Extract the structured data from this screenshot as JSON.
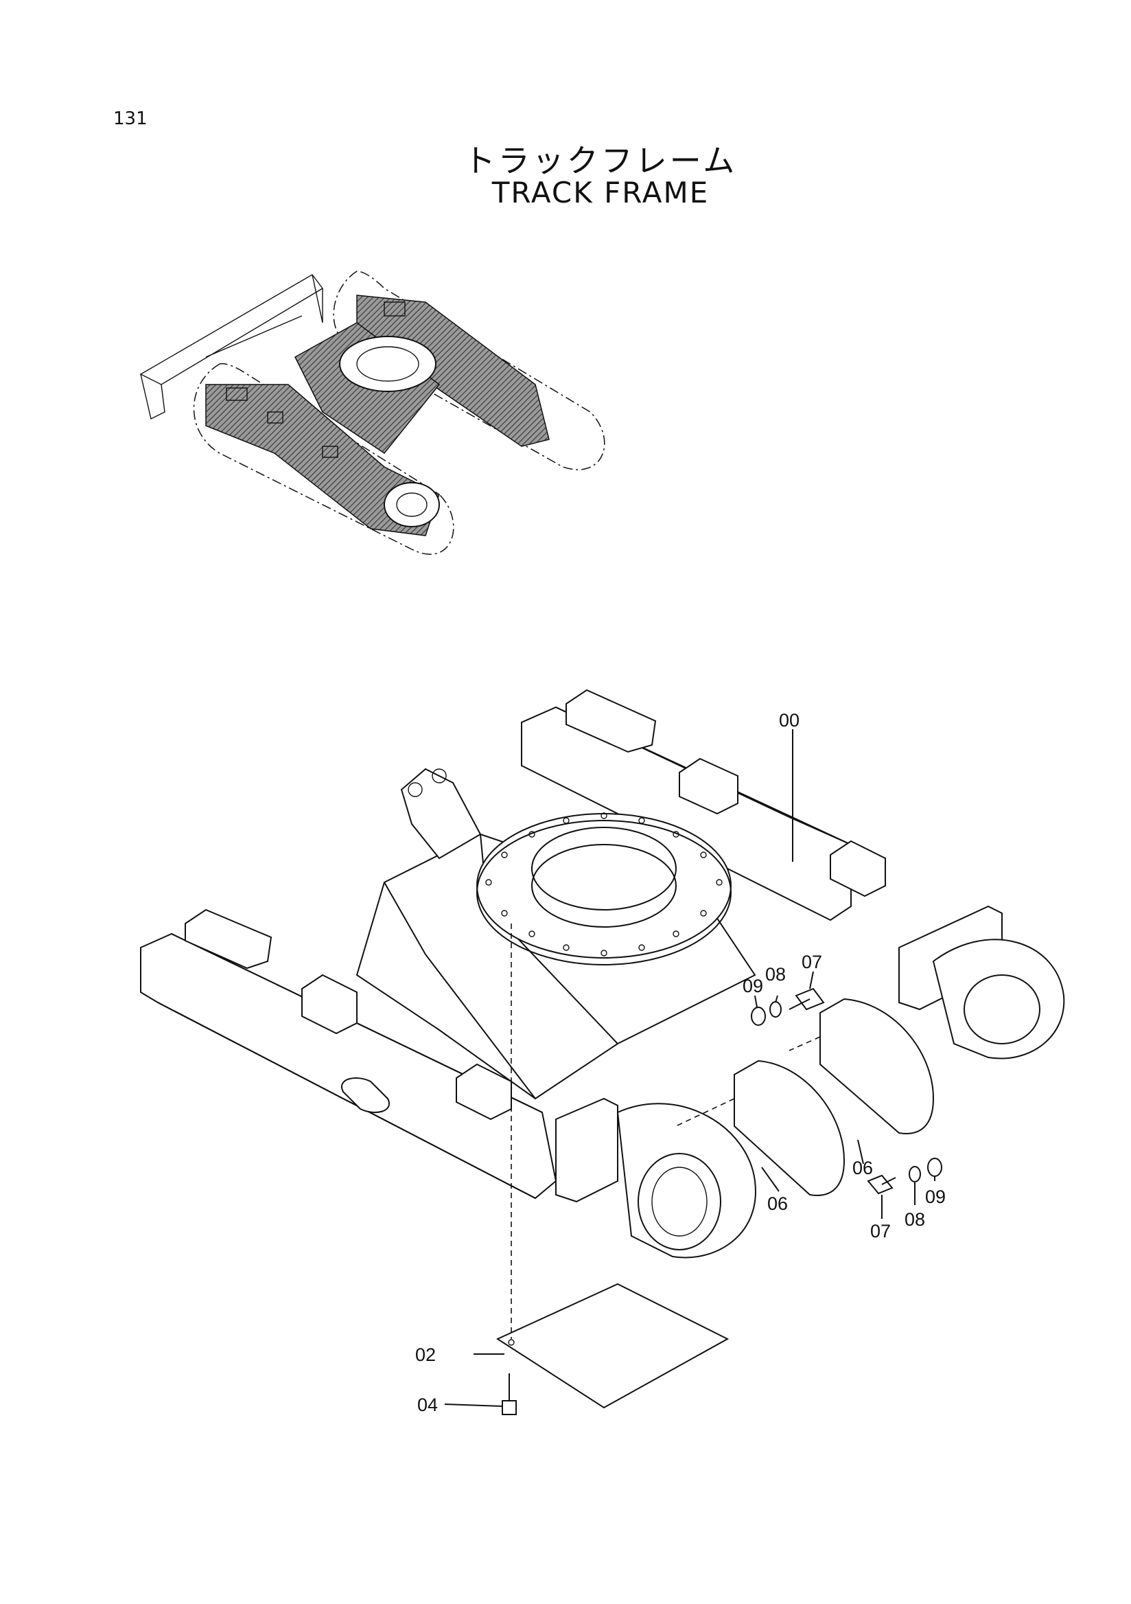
{
  "page": {
    "number": "131"
  },
  "title": {
    "japanese": "トラックフレーム",
    "english": "TRACK  FRAME"
  },
  "callouts": {
    "c00": "00",
    "c02": "02",
    "c04": "04",
    "c06a": "06",
    "c06b": "06",
    "c07a": "07",
    "c07b": "07",
    "c08a": "08",
    "c08b": "08",
    "c09a": "09",
    "c09b": "09"
  },
  "colors": {
    "ink": "#111111",
    "hatch": "#555555",
    "paper": "#ffffff"
  }
}
